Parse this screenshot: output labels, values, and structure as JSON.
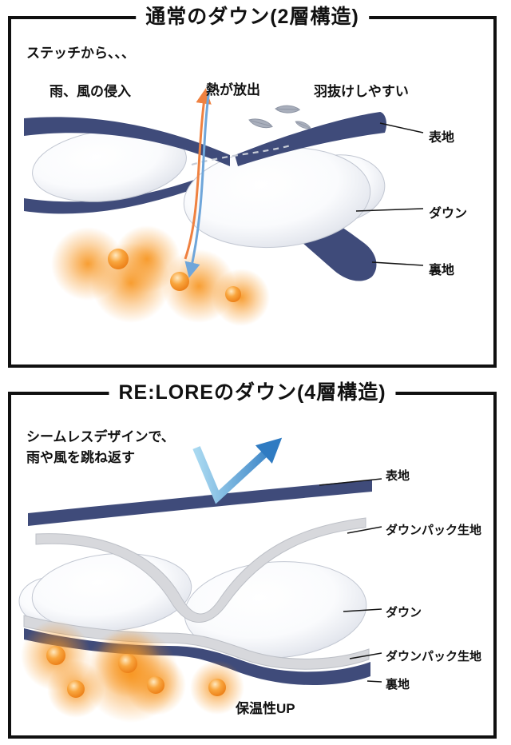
{
  "colors": {
    "navy": "#3f4b7a",
    "gray_layer": "#d7d8dc",
    "down_edge": "#c2c7d2",
    "heat_orange": "#f08223",
    "heat_arrow": "#ef8140",
    "rain_arrow": "#6fa6da",
    "bounce_blue": "#2f7bc2",
    "bounce_light_blue": "#a8d8f0",
    "text": "#111111"
  },
  "panel_top": {
    "title": "通常のダウン(2層構造)",
    "annotations": {
      "stitch": "ステッチから、、、",
      "rain_wind": "雨、風の侵入",
      "heat": "熱が放出",
      "feather_loss": "羽抜けしやすい"
    },
    "labels": {
      "outer_fabric": "表地",
      "down": "ダウン",
      "lining": "裏地"
    }
  },
  "panel_bottom": {
    "title": "RE:LOREのダウン(4層構造)",
    "annotations": {
      "seamless_line1": "シームレスデザインで、",
      "seamless_line2": "雨や風を跳ね返す",
      "warmth_up": "保温性UP"
    },
    "labels": {
      "outer_fabric": "表地",
      "downpack_top": "ダウンパック生地",
      "down": "ダウン",
      "downpack_bottom": "ダウンパック生地",
      "lining": "裏地"
    }
  }
}
